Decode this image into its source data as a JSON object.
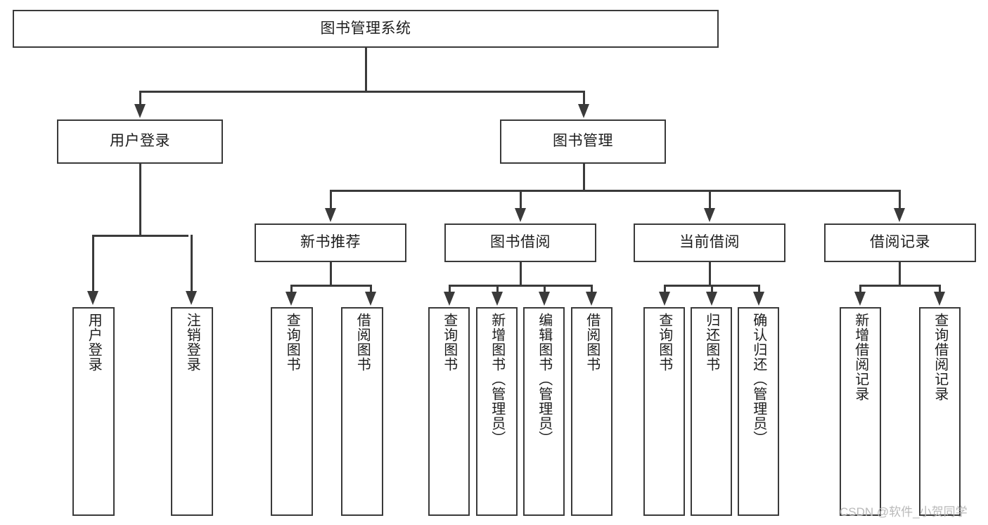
{
  "diagram": {
    "title": "图书管理系统",
    "root": {
      "label": "图书管理系统"
    },
    "level2": [
      {
        "label": "用户登录"
      },
      {
        "label": "图书管理"
      }
    ],
    "level3": [
      {
        "label": "新书推荐"
      },
      {
        "label": "图书借阅"
      },
      {
        "label": "当前借阅"
      },
      {
        "label": "借阅记录"
      }
    ],
    "leaves": {
      "user_login": [
        {
          "label": "用户登录"
        },
        {
          "label": "注销登录"
        }
      ],
      "new_book_recommend": [
        {
          "label": "查询图书"
        },
        {
          "label": "借阅图书"
        }
      ],
      "book_borrow": [
        {
          "label": "查询图书"
        },
        {
          "label": "新增图书（管理员）"
        },
        {
          "label": "编辑图书（管理员）"
        },
        {
          "label": "借阅图书"
        }
      ],
      "current_borrow": [
        {
          "label": "查询图书"
        },
        {
          "label": "归还图书"
        },
        {
          "label": "确认归还（管理员）"
        }
      ],
      "borrow_record": [
        {
          "label": "新增借阅记录"
        },
        {
          "label": "查询借阅记录"
        }
      ]
    }
  },
  "watermark": {
    "text": "CSDN @软件_小贺同学"
  },
  "colors": {
    "stroke": "#3a3a3a",
    "text": "#1d1d1d",
    "background": "#ffffff",
    "watermark": "#b9b9b9"
  }
}
